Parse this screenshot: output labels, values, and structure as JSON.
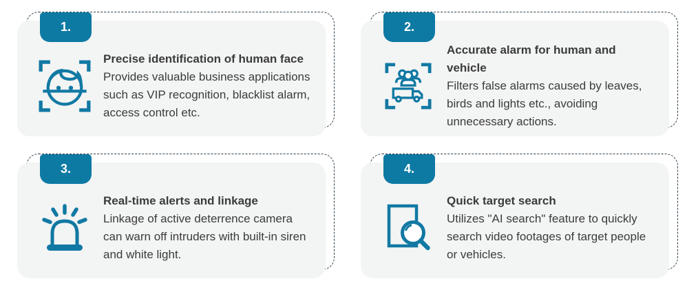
{
  "colors": {
    "accent": "#0d7aa4",
    "icon": "#1179a3",
    "dash": "#2d3e4a",
    "card_background": "#f3f4f4",
    "text": "#3b3b3b",
    "badge_text": "#ffffff"
  },
  "cards": [
    {
      "number": "1.",
      "title": "Precise identification of human face",
      "body": "Provides valuable business applications such as VIP recognition, blacklist alarm, access control etc.",
      "icon": "face-scan-icon"
    },
    {
      "number": "2.",
      "title": "Accurate alarm for human and vehicle",
      "body": "Filters false alarms caused by leaves, birds and lights etc., avoiding unnecessary actions.",
      "icon": "human-vehicle-scan-icon"
    },
    {
      "number": "3.",
      "title": "Real-time alerts and linkage",
      "body": "Linkage of active deterrence camera can warn off intruders with built-in siren and white light.",
      "icon": "siren-icon"
    },
    {
      "number": "4.",
      "title": "Quick target search",
      "body": "Utilizes \"AI search\" feature to quickly search video footages of target people or vehicles.",
      "icon": "document-search-icon"
    }
  ]
}
